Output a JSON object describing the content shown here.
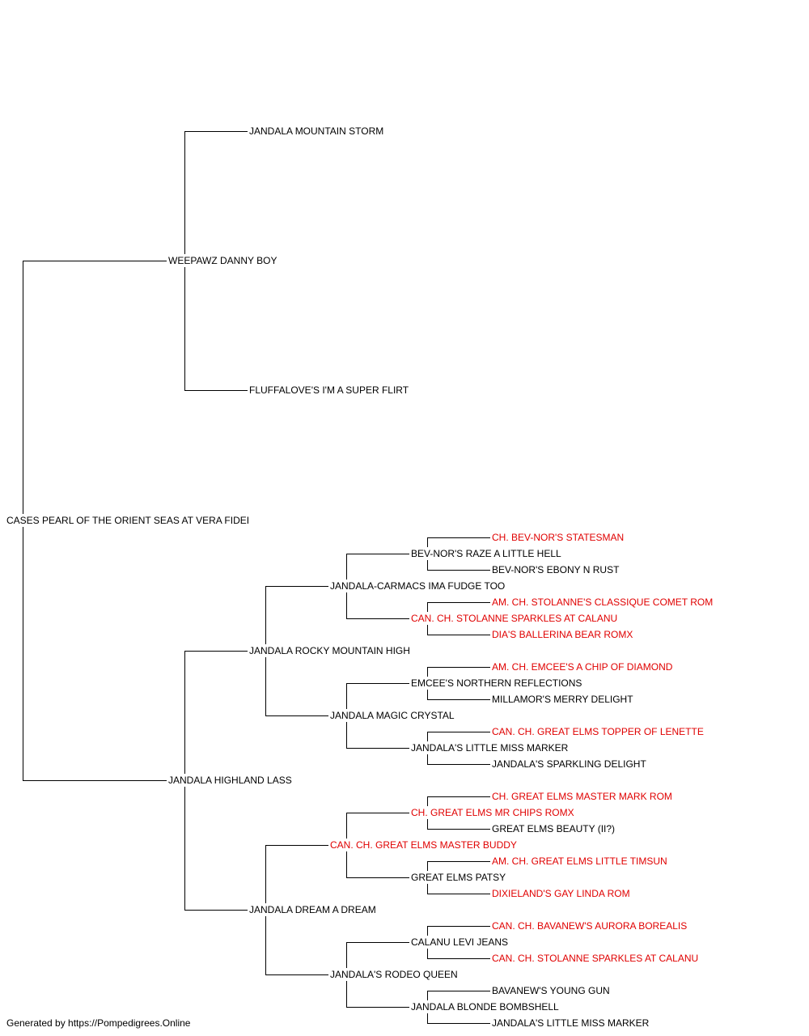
{
  "colors": {
    "normal": "#000000",
    "champion": "#e00000"
  },
  "pedigree": {
    "subject": {
      "name": "CASES PEARL OF THE ORIENT SEAS AT VERA FIDEI",
      "champion": false
    },
    "sire": {
      "name": "WEEPAWZ DANNY BOY",
      "champion": false,
      "sire": {
        "name": "JANDALA MOUNTAIN STORM",
        "champion": false
      },
      "dam": {
        "name": "FLUFFALOVE'S I'M A SUPER FLIRT",
        "champion": false
      }
    },
    "dam": {
      "name": "JANDALA HIGHLAND LASS",
      "champion": false,
      "sire": {
        "name": "JANDALA ROCKY MOUNTAIN HIGH",
        "champion": false,
        "sire": {
          "name": "JANDALA-CARMACS IMA FUDGE TOO",
          "champion": false,
          "sire": {
            "name": "BEV-NOR'S RAZE A LITTLE HELL",
            "champion": false,
            "sire": {
              "name": "CH. BEV-NOR'S STATESMAN",
              "champion": true
            },
            "dam": {
              "name": "BEV-NOR'S EBONY N RUST",
              "champion": false
            }
          },
          "dam": {
            "name": "CAN. CH. STOLANNE SPARKLES AT CALANU",
            "champion": true,
            "sire": {
              "name": "AM. CH. STOLANNE'S CLASSIQUE COMET ROM",
              "champion": true
            },
            "dam": {
              "name": "DIA'S BALLERINA BEAR ROMX",
              "champion": true
            }
          }
        },
        "dam": {
          "name": "JANDALA MAGIC CRYSTAL",
          "champion": false,
          "sire": {
            "name": "EMCEE'S NORTHERN REFLECTIONS",
            "champion": false,
            "sire": {
              "name": "AM. CH. EMCEE'S A CHIP OF DIAMOND",
              "champion": true
            },
            "dam": {
              "name": "MILLAMOR'S MERRY DELIGHT",
              "champion": false
            }
          },
          "dam": {
            "name": "JANDALA'S LITTLE MISS MARKER",
            "champion": false,
            "sire": {
              "name": "CAN. CH. GREAT ELMS TOPPER OF LENETTE",
              "champion": true
            },
            "dam": {
              "name": "JANDALA'S SPARKLING DELIGHT",
              "champion": false
            }
          }
        }
      },
      "dam": {
        "name": "JANDALA DREAM A DREAM",
        "champion": false,
        "sire": {
          "name": "CAN. CH. GREAT ELMS MASTER BUDDY",
          "champion": true,
          "sire": {
            "name": "CH. GREAT ELMS MR CHIPS ROMX",
            "champion": true,
            "sire": {
              "name": "CH. GREAT ELMS MASTER MARK ROM",
              "champion": true
            },
            "dam": {
              "name": "GREAT ELMS BEAUTY (II?)",
              "champion": false
            }
          },
          "dam": {
            "name": "GREAT ELMS PATSY",
            "champion": false,
            "sire": {
              "name": "AM. CH. GREAT ELMS LITTLE TIMSUN",
              "champion": true
            },
            "dam": {
              "name": "DIXIELAND'S GAY LINDA ROM",
              "champion": true
            }
          }
        },
        "dam": {
          "name": "JANDALA'S RODEO QUEEN",
          "champion": false,
          "sire": {
            "name": "CALANU LEVI JEANS",
            "champion": false,
            "sire": {
              "name": "CAN. CH. BAVANEW'S AURORA BOREALIS",
              "champion": true
            },
            "dam": {
              "name": "CAN. CH. STOLANNE SPARKLES AT CALANU",
              "champion": true
            }
          },
          "dam": {
            "name": "JANDALA BLONDE BOMBSHELL",
            "champion": false,
            "sire": {
              "name": "BAVANEW'S YOUNG GUN",
              "champion": false
            },
            "dam": {
              "name": "JANDALA'S LITTLE MISS MARKER",
              "champion": false
            }
          }
        }
      }
    }
  },
  "footer": {
    "text": "Generated by https://Pompedigrees.Online"
  }
}
